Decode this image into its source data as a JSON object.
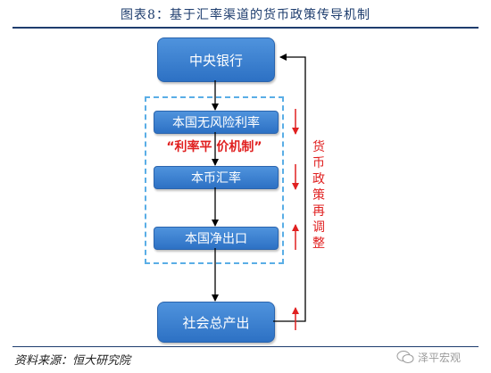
{
  "title": "图表8：基于汇率渠道的货币政策传导机制",
  "boxes": {
    "central_bank": "中央银行",
    "riskfree_rate": "本国无风险利率",
    "exchange_rate": "本币汇率",
    "net_exports": "本国净出口",
    "total_output": "社会总产出"
  },
  "mechanism_label": "“利率平  价机制”",
  "side_label": "货币政策再调整",
  "source": "资料来源：恒大研究院",
  "watermark": "泽平宏观",
  "colors": {
    "box_fill": "#2d71c4",
    "accent_red": "#e02020",
    "dashed_border": "#5aaee6",
    "title": "#1e3d6e"
  },
  "indicators": [
    "arrow-down",
    "arrow-down",
    "arrow-up",
    "arrow-up"
  ]
}
